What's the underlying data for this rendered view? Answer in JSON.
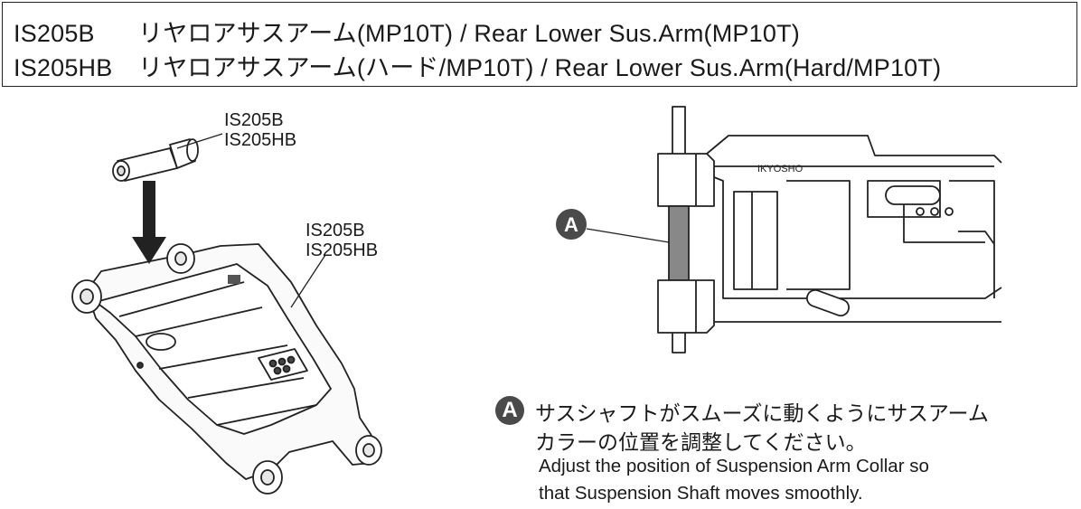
{
  "header": {
    "line1": {
      "part_no": "IS205B",
      "name": "リヤロアサスアーム(MP10T) / Rear Lower Sus.Arm(MP10T)"
    },
    "line2": {
      "part_no": "IS205HB",
      "name": "リヤロアサスアーム(ハード/MP10T) / Rear Lower Sus.Arm(Hard/MP10T)"
    }
  },
  "left_figure": {
    "collar_label": [
      "IS205B",
      "IS205HB"
    ],
    "arm_label": [
      "IS205B",
      "IS205HB"
    ]
  },
  "right_figure": {
    "marker": "A",
    "arm_stamp": "IKYOSHO"
  },
  "note": {
    "marker": "A",
    "jp_line1": "サスシャフトがスムーズに動くようにサスアーム",
    "jp_line2": "カラーの位置を調整してください。",
    "en_line1": "Adjust the position of Suspension Arm Collar so",
    "en_line2": "that Suspension Shaft moves smoothly."
  }
}
